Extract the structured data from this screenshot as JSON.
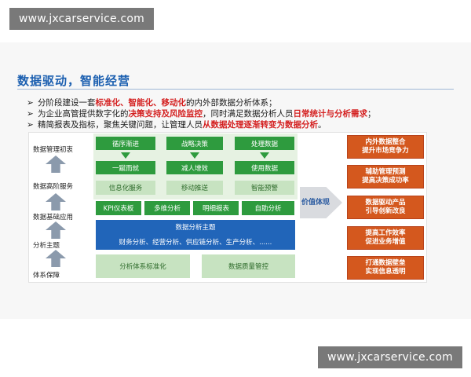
{
  "watermarks": [
    "www.jxcarservice.com",
    "www.jxcarservice.com"
  ],
  "title": "数据驱动，智能经营",
  "bullets": [
    {
      "marker": "➢",
      "parts": [
        {
          "t": "分阶段建设一套",
          "hl": false
        },
        {
          "t": "标准化、智能化、移动化",
          "hl": true
        },
        {
          "t": "的内外部数据分析体系；",
          "hl": false
        }
      ]
    },
    {
      "marker": "➢",
      "parts": [
        {
          "t": "为企业高管提供数字化的",
          "hl": false
        },
        {
          "t": "决策支持及风险监控",
          "hl": true
        },
        {
          "t": "，同时满足数据分析人员",
          "hl": false
        },
        {
          "t": "日常统计与分析需求",
          "hl": true
        },
        {
          "t": "；",
          "hl": false
        }
      ]
    },
    {
      "marker": "➢",
      "parts": [
        {
          "t": "精简报表及指标，聚焦关键问题，让管理人员",
          "hl": false
        },
        {
          "t": "从数据处理逐渐转变为数据分析",
          "hl": true
        },
        {
          "t": "。",
          "hl": false
        }
      ]
    }
  ],
  "layers": [
    "数据管理初衷",
    "数据高阶服务",
    "数据基础应用",
    "分析主题",
    "体系保障"
  ],
  "top_row": [
    "循序渐进",
    "战略决策",
    "处理数据"
  ],
  "mid_row": [
    "一蹴而就",
    "减人增效",
    "使用数据"
  ],
  "service_row": [
    "信息化服务",
    "移动推送",
    "智能预警"
  ],
  "app_row": [
    "KPI仪表板",
    "多维分析",
    "明细报表",
    "自助分析"
  ],
  "analysis": {
    "title": "数据分析主题",
    "items": "财务分析、经营分析、供应链分析、生产分析、......"
  },
  "support_row": [
    "分析体系标准化",
    "数据质量管控"
  ],
  "value_label": "价值体现",
  "values": [
    [
      "内外数据整合",
      "提升市场竞争力"
    ],
    [
      "辅助管理预测",
      "提高决策成功率"
    ],
    [
      "数据驱动产品",
      "引导创新改良"
    ],
    [
      "提高工作效率",
      "促进业务增值"
    ],
    [
      "打通数据壁垒",
      "实现信息透明"
    ]
  ],
  "colors": {
    "title_blue": "#1b5fb0",
    "highlight_red": "#d42020",
    "green": "#2e9b3e",
    "light_green": "#c7e3c1",
    "blue": "#2165b9",
    "orange": "#d4581e"
  }
}
